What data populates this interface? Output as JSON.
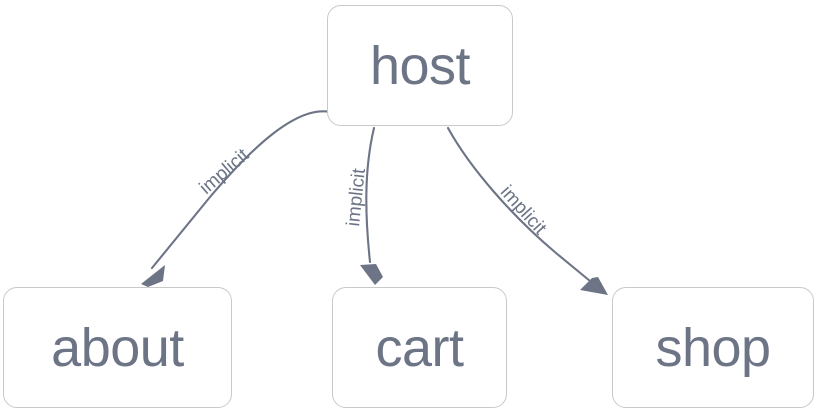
{
  "diagram": {
    "type": "directed-graph",
    "background_color": "#ffffff",
    "node_border_color": "#c9c9c9",
    "node_fill_color": "#ffffff",
    "text_color": "#6c7486",
    "edge_color": "#6c7486",
    "nodes": [
      {
        "id": "host",
        "label": "host"
      },
      {
        "id": "about",
        "label": "about"
      },
      {
        "id": "cart",
        "label": "cart"
      },
      {
        "id": "shop",
        "label": "shop"
      }
    ],
    "edges": [
      {
        "from": "host",
        "to": "about",
        "label": "implicit"
      },
      {
        "from": "host",
        "to": "cart",
        "label": "implicit"
      },
      {
        "from": "host",
        "to": "shop",
        "label": "implicit"
      }
    ]
  }
}
